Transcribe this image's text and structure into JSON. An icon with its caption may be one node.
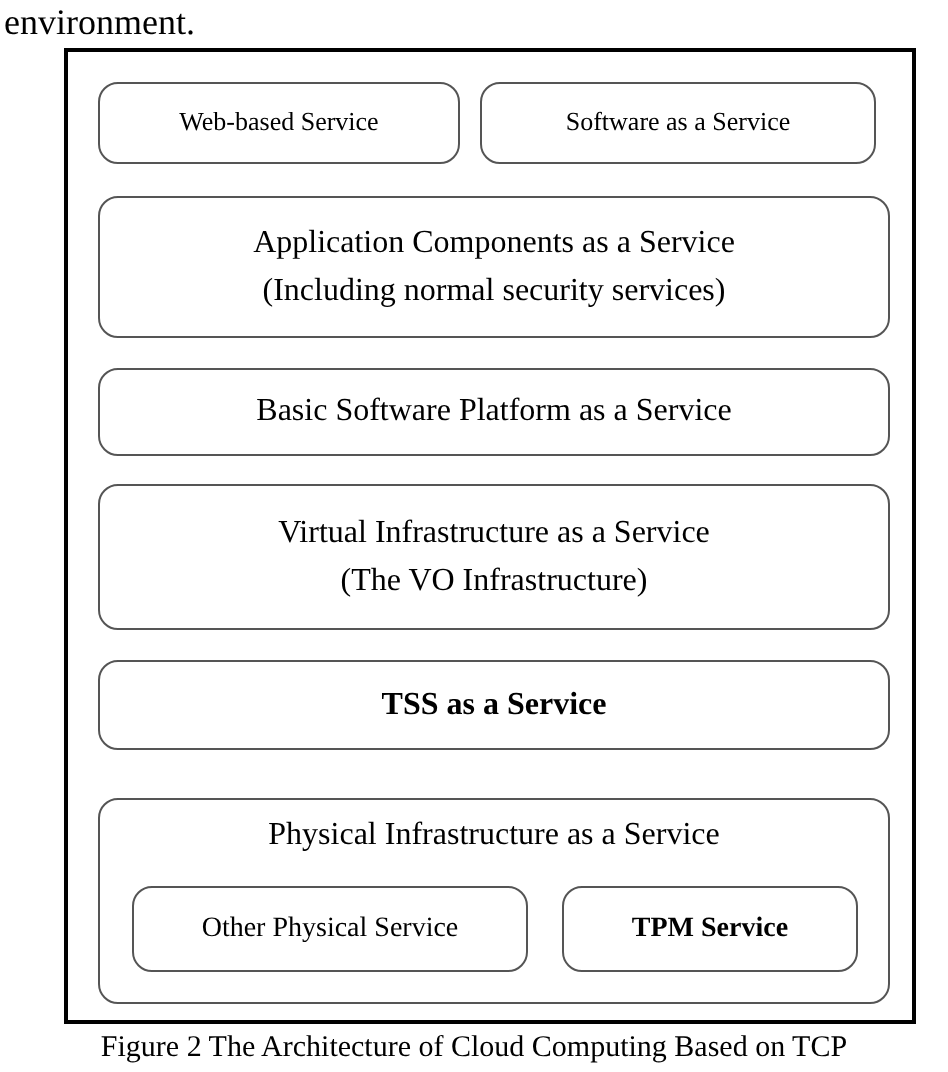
{
  "diagram": {
    "caption": "Figure 2 The Architecture of Cloud Computing Based on TCP",
    "nodes": [
      {
        "text": [],
        "shape": "box"
      },
      {
        "text": [
          "Web-based Service"
        ],
        "in": 0
      },
      {
        "text": [
          "Software as a Service"
        ],
        "in": 0
      },
      {
        "text": [
          "Application Components as a Service",
          "(Including normal security services)"
        ],
        "in": 0
      },
      {
        "text": [
          "Basic Software Platform as a Service"
        ],
        "in": 0
      },
      {
        "text": [
          "Virtual Infrastructure as a Service",
          "(The VO Infrastructure)"
        ],
        "in": 0
      },
      {
        "text": [
          "TSS as a Service"
        ],
        "in": 0
      },
      {
        "text": [
          "Physical Infrastructure as a Service"
        ],
        "in": 0
      },
      {
        "text": [
          "Other Physical Service"
        ],
        "in": 7
      },
      {
        "text": [
          "TPM Service"
        ],
        "in": 7
      }
    ],
    "labels": [
      "environment."
    ]
  }
}
